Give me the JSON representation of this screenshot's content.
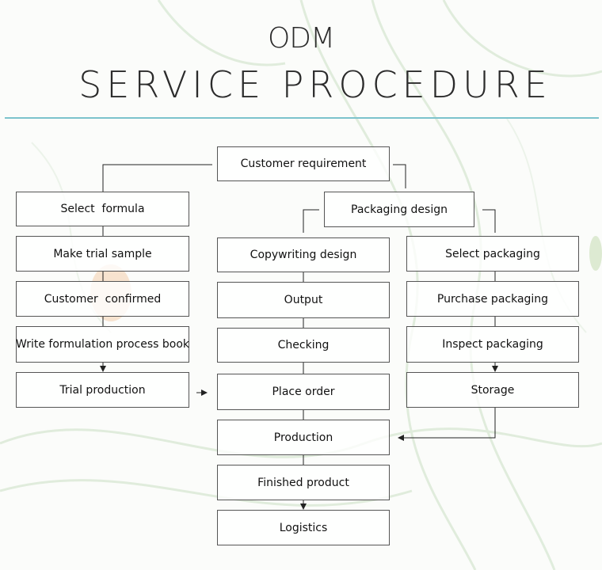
{
  "header": {
    "title": "ODM",
    "subtitle": "SERVICE PROCEDURE"
  },
  "nodes": {
    "customer_requirement": "Customer requirement",
    "packaging_design": "Packaging design",
    "select_formula": "Select  formula",
    "make_trial_sample": "Make trial sample",
    "customer_confirmed": "Customer  confirmed",
    "write_formulation": "Write formulation process book",
    "trial_production": "Trial production",
    "copywriting_design": "Copywriting design",
    "output": "Output",
    "checking": "Checking",
    "place_order": "Place order",
    "production": "Production",
    "finished_product": "Finished product",
    "logistics": "Logistics",
    "select_packaging": "Select packaging",
    "purchase_packaging": "Purchase packaging",
    "inspect_packaging": "Inspect packaging",
    "storage": "Storage"
  }
}
